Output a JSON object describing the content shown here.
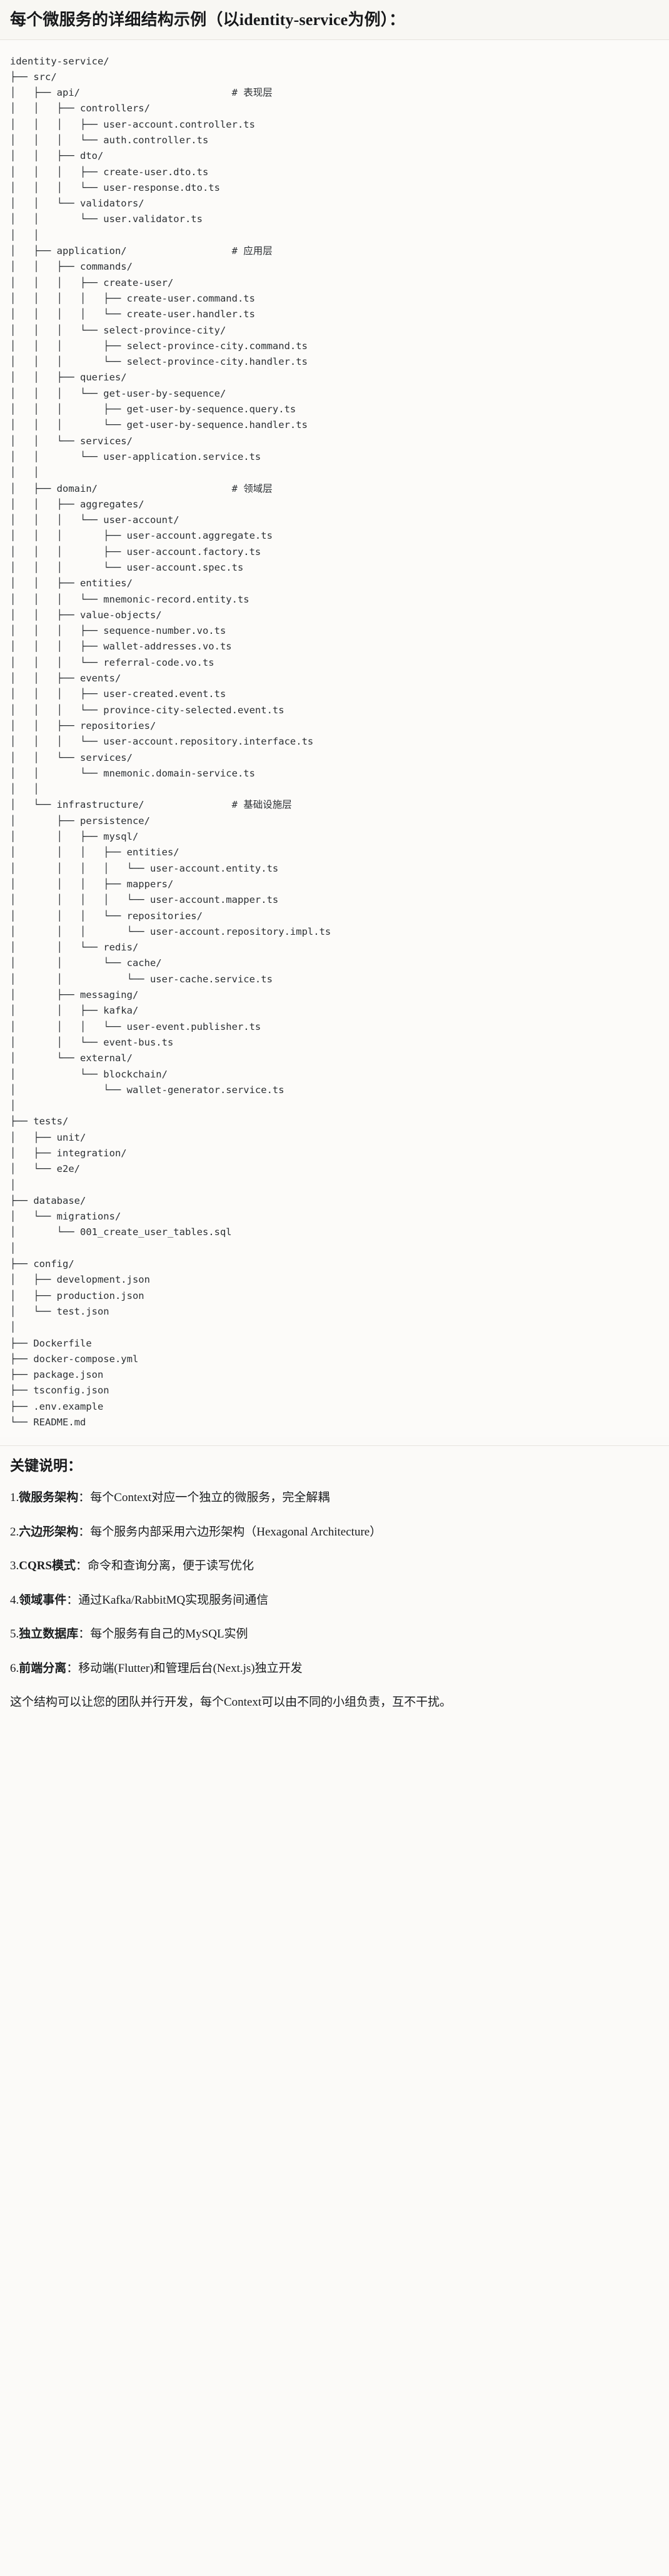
{
  "header": {
    "title": "每个微服务的详细结构示例（以identity-service为例）："
  },
  "tree": {
    "root_label": "identity-service/",
    "text": "identity-service/\n├── src/\n│   ├── api/                          # 表现层\n│   │   ├── controllers/\n│   │   │   ├── user-account.controller.ts\n│   │   │   └── auth.controller.ts\n│   │   ├── dto/\n│   │   │   ├── create-user.dto.ts\n│   │   │   └── user-response.dto.ts\n│   │   └── validators/\n│   │       └── user.validator.ts\n│   │\n│   ├── application/                  # 应用层\n│   │   ├── commands/\n│   │   │   ├── create-user/\n│   │   │   │   ├── create-user.command.ts\n│   │   │   │   └── create-user.handler.ts\n│   │   │   └── select-province-city/\n│   │   │       ├── select-province-city.command.ts\n│   │   │       └── select-province-city.handler.ts\n│   │   ├── queries/\n│   │   │   └── get-user-by-sequence/\n│   │   │       ├── get-user-by-sequence.query.ts\n│   │   │       └── get-user-by-sequence.handler.ts\n│   │   └── services/\n│   │       └── user-application.service.ts\n│   │\n│   ├── domain/                       # 领域层\n│   │   ├── aggregates/\n│   │   │   └── user-account/\n│   │   │       ├── user-account.aggregate.ts\n│   │   │       ├── user-account.factory.ts\n│   │   │       └── user-account.spec.ts\n│   │   ├── entities/\n│   │   │   └── mnemonic-record.entity.ts\n│   │   ├── value-objects/\n│   │   │   ├── sequence-number.vo.ts\n│   │   │   ├── wallet-addresses.vo.ts\n│   │   │   └── referral-code.vo.ts\n│   │   ├── events/\n│   │   │   ├── user-created.event.ts\n│   │   │   └── province-city-selected.event.ts\n│   │   ├── repositories/\n│   │   │   └── user-account.repository.interface.ts\n│   │   └── services/\n│   │       └── mnemonic.domain-service.ts\n│   │\n│   └── infrastructure/               # 基础设施层\n│       ├── persistence/\n│       │   ├── mysql/\n│       │   │   ├── entities/\n│       │   │   │   └── user-account.entity.ts\n│       │   │   ├── mappers/\n│       │   │   │   └── user-account.mapper.ts\n│       │   │   └── repositories/\n│       │   │       └── user-account.repository.impl.ts\n│       │   └── redis/\n│       │       └── cache/\n│       │           └── user-cache.service.ts\n│       ├── messaging/\n│       │   ├── kafka/\n│       │   │   └── user-event.publisher.ts\n│       │   └── event-bus.ts\n│       └── external/\n│           └── blockchain/\n│               └── wallet-generator.service.ts\n│\n├── tests/\n│   ├── unit/\n│   ├── integration/\n│   └── e2e/\n│\n├── database/\n│   └── migrations/\n│       └── 001_create_user_tables.sql\n│\n├── config/\n│   ├── development.json\n│   ├── production.json\n│   └── test.json\n│\n├── Dockerfile\n├── docker-compose.yml\n├── package.json\n├── tsconfig.json\n├── .env.example\n└── README.md",
    "layer_comments": [
      {
        "path": "src/api/",
        "comment": "# 表现层"
      },
      {
        "path": "src/application/",
        "comment": "# 应用层"
      },
      {
        "path": "src/domain/",
        "comment": "# 领域层"
      },
      {
        "path": "src/infrastructure/",
        "comment": "# 基础设施层"
      }
    ]
  },
  "notes": {
    "heading": "关键说明：",
    "items": [
      {
        "num": "1.",
        "term": "微服务架构",
        "desc": "：每个Context对应一个独立的微服务，完全解耦"
      },
      {
        "num": "2.",
        "term": "六边形架构",
        "desc": "：每个服务内部采用六边形架构（Hexagonal Architecture）"
      },
      {
        "num": "3.",
        "term": "CQRS模式",
        "desc": "：命令和查询分离，便于读写优化"
      },
      {
        "num": "4.",
        "term": "领域事件",
        "desc": "：通过Kafka/RabbitMQ实现服务间通信"
      },
      {
        "num": "5.",
        "term": "独立数据库",
        "desc": "：每个服务有自己的MySQL实例"
      },
      {
        "num": "6.",
        "term": "前端分离",
        "desc": "：移动端(Flutter)和管理后台(Next.js)独立开发"
      }
    ],
    "closing": "这个结构可以让您的团队并行开发，每个Context可以由不同的小组负责，互不干扰。"
  }
}
